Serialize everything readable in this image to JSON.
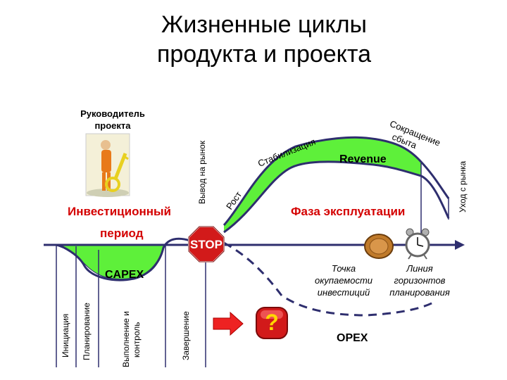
{
  "title_line1": "Жизненные циклы",
  "title_line2": "продукта и проекта",
  "manager_label": "Руководитель проекта",
  "investment_period": "Инвестиционный период",
  "investment_line1": "Инвестиционный",
  "investment_line2": "период",
  "operation_phase": "Фаза эксплуатации",
  "capex": "CAPEX",
  "opex": "OPEX",
  "revenue": "Revenue",
  "stop": "STOP",
  "question": "?",
  "market_entry": "Вывод на рынок",
  "growth": "Рост",
  "stabilization": "Стабилизация",
  "decline": "Сокращение сбыта",
  "decline_line1": "Сокращение",
  "decline_line2": "сбыта",
  "market_exit": "Уход с рынка",
  "payback_point": "Точка окупаемости инвестиций",
  "payback_lines": [
    "Точка",
    "окупаемости",
    "инвестиций"
  ],
  "horizon_line": "Линия горизонтов планирования",
  "horizon_lines": [
    "Линия",
    "горизонтов",
    "планирования"
  ],
  "phases": [
    "Инициация",
    "Планирование",
    "Выполнение и контроль",
    "Завершение"
  ],
  "phase3_line1": "Выполнение и",
  "phase3_line2": "контроль",
  "colors": {
    "green_fill": "#5ef03a",
    "curve_navy": "#2e2e6e",
    "red_text": "#d40000",
    "stop_red": "#d21a1a",
    "arrow_red": "#ee2222"
  }
}
